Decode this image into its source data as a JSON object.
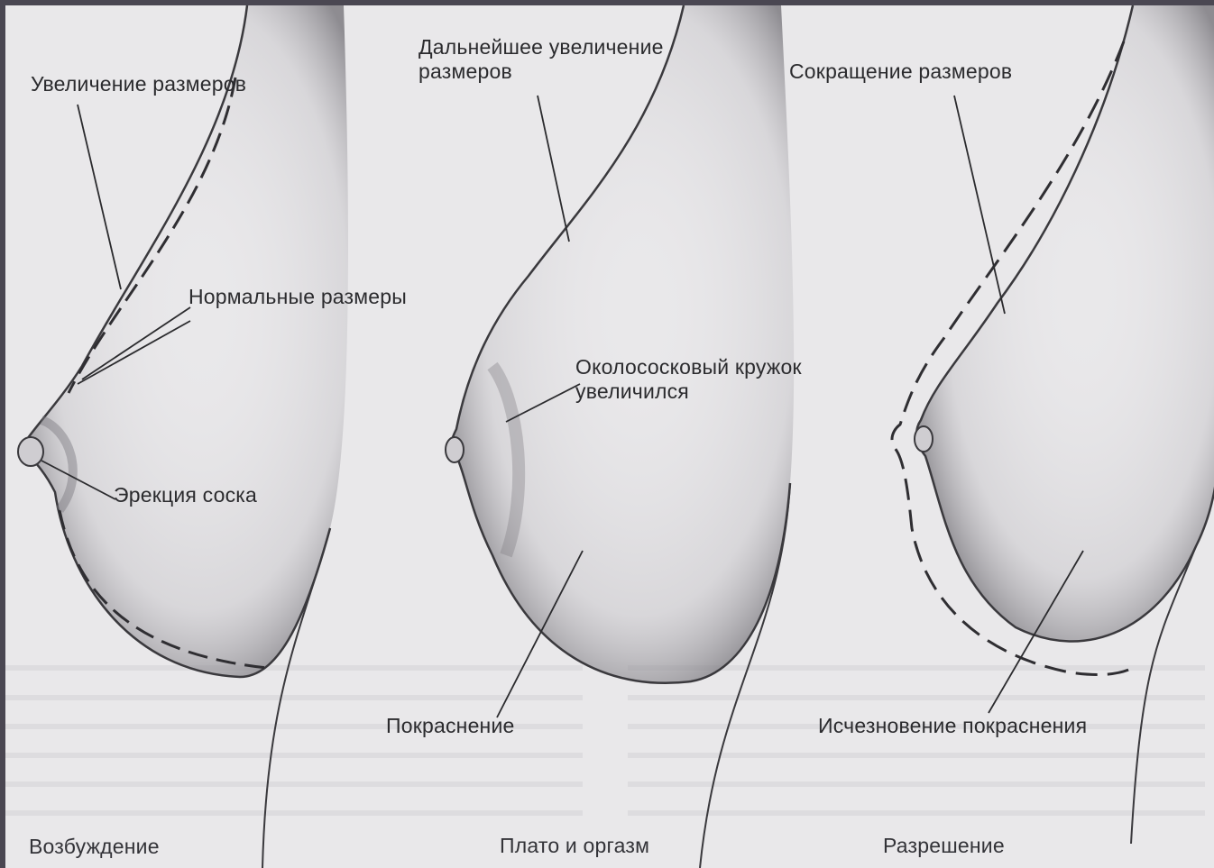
{
  "labels": {
    "size_increase": "Увеличение размеров",
    "normal_size": "Нормальные размеры",
    "nipple_erection": "Эрекция соска",
    "further_increase": "Дальнейшее увеличение\nразмеров",
    "areola": "Околососковый кружок\nувеличился",
    "redness": "Покраснение",
    "size_decrease": "Сокращение размеров",
    "redness_disappear": "Исчезновение покраснения"
  },
  "captions": {
    "excitement": "Возбуждение",
    "plateau": "Плато и оргазм",
    "resolution": "Разрешение"
  },
  "colors": {
    "paper": "#e9e8ea",
    "ink": "#2b2b2e",
    "frame": "#4a4752"
  }
}
